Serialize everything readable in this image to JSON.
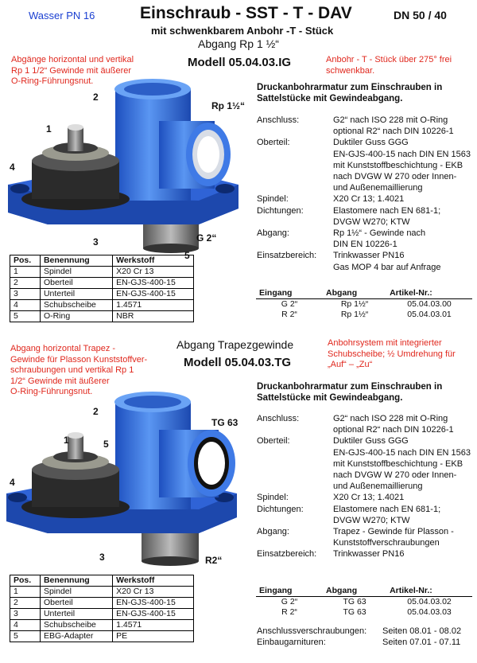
{
  "header": {
    "pressure": "Wasser PN 16",
    "title": "Einschraub - SST - T - DAV",
    "dn": "DN 50 / 40",
    "subtitle": "mit schwenkbarem Anbohr -T - Stück"
  },
  "colors": {
    "accent_red": "#e0281e",
    "accent_blue": "#1a3fd1",
    "valve_blue": "#3a78e8"
  },
  "section1": {
    "abgang_line": "Abgang Rp 1 ½“",
    "model": "Modell 05.04.03.IG",
    "note_left": [
      "Abgänge horizontal und vertikal",
      "Rp 1 1/2“ Gewinde mit äußerer",
      "O-Ring-Führungsnut."
    ],
    "note_right": [
      "Anbohr - T - Stück über 275° frei",
      "schwenkbar."
    ],
    "label_outlet": "Rp 1½“",
    "label_inlet": "G 2“",
    "callouts": [
      "1",
      "2",
      "3",
      "4",
      "5"
    ],
    "heading": [
      "Druckanbohrarmatur zum Einschrauben in",
      "Sattelstücke mit Gewindeabgang."
    ],
    "specs": [
      {
        "k": "Anschluss:",
        "v": [
          "G2“ nach ISO 228 mit O-Ring",
          "optional R2“ nach DIN 10226-1"
        ]
      },
      {
        "k": "Oberteil:",
        "v": [
          "Duktiler Guss GGG",
          "EN-GJS-400-15 nach DIN EN 1563",
          "mit Kunststoffbeschichtung - EKB",
          "nach DVGW W 270 oder Innen-",
          "und Außenemaillierung"
        ]
      },
      {
        "k": "Spindel:",
        "v": [
          "X20 Cr 13; 1.4021"
        ]
      },
      {
        "k": "Dichtungen:",
        "v": [
          "Elastomere nach EN 681-1;",
          "DVGW W270;         KTW"
        ]
      },
      {
        "k": "Abgang:",
        "v": [
          "Rp 1½“ - Gewinde nach",
          "DIN EN 10226-1"
        ]
      },
      {
        "k": "Einsatzbereich:",
        "v": [
          "Trinkwasser  PN16",
          "Gas MOP 4 bar auf Anfrage"
        ]
      }
    ],
    "parts_header": [
      "Pos.",
      "Benennung",
      "Werkstoff"
    ],
    "parts": [
      [
        "1",
        "Spindel",
        "X20 Cr 13"
      ],
      [
        "2",
        "Oberteil",
        "EN-GJS-400-15"
      ],
      [
        "3",
        "Unterteil",
        "EN-GJS-400-15"
      ],
      [
        "4",
        "Schubscheibe",
        "1.4571"
      ],
      [
        "5",
        "O-Ring",
        "NBR"
      ]
    ],
    "art_header": [
      "Eingang",
      "Abgang",
      "Artikel-Nr.:"
    ],
    "articles": [
      [
        "G 2“",
        "Rp 1½“",
        "05.04.03.00"
      ],
      [
        "R 2“",
        "Rp 1½“",
        "05.04.03.01"
      ]
    ]
  },
  "section2": {
    "abgang_line": "Abgang Trapezgewinde",
    "model": "Modell 05.04.03.TG",
    "note_left": [
      "Abgang horizontal  Trapez -",
      "Gewinde für Plasson Kunststoffver-",
      "schraubungen und vertikal  Rp 1",
      "1/2“ Gewinde mit äußerer",
      "O-Ring-Führungsnut."
    ],
    "note_right": [
      "Anbohrsystem mit integrierter",
      "Schubscheibe;  ½ Umdrehung für",
      "„Auf“ – „Zu“"
    ],
    "label_outlet": "TG 63",
    "label_inlet": "R2“",
    "callouts": [
      "1",
      "2",
      "3",
      "4",
      "5"
    ],
    "heading": [
      "Druckanbohrarmatur zum Einschrauben in",
      "Sattelstücke mit Gewindeabgang."
    ],
    "specs": [
      {
        "k": "Anschluss:",
        "v": [
          "G2“ nach ISO 228 mit O-Ring",
          "optional R2“ nach DIN 10226-1"
        ]
      },
      {
        "k": "Oberteil:",
        "v": [
          "Duktiler Guss GGG",
          "EN-GJS-400-15 nach DIN EN 1563",
          "mit Kunststoffbeschichtung - EKB",
          "nach DVGW W 270 oder Innen-",
          "und Außenemaillierung"
        ]
      },
      {
        "k": "Spindel:",
        "v": [
          "X20 Cr 13; 1.4021"
        ]
      },
      {
        "k": "Dichtungen:",
        "v": [
          "Elastomere nach EN 681-1;",
          "DVGW W270;         KTW"
        ]
      },
      {
        "k": "Abgang:",
        "v": [
          "Trapez - Gewinde für Plasson -",
          "Kunststoffverschraubungen"
        ]
      },
      {
        "k": "Einsatzbereich:",
        "v": [
          "Trinkwasser  PN16"
        ]
      }
    ],
    "parts_header": [
      "Pos.",
      "Benennung",
      "Werkstoff"
    ],
    "parts": [
      [
        "1",
        "Spindel",
        "X20 Cr 13"
      ],
      [
        "2",
        "Oberteil",
        "EN-GJS-400-15"
      ],
      [
        "3",
        "Unterteil",
        "EN-GJS-400-15"
      ],
      [
        "4",
        "Schubscheibe",
        "1.4571"
      ],
      [
        "5",
        "EBG-Adapter",
        "PE"
      ]
    ],
    "art_header": [
      "Eingang",
      "Abgang",
      "Artikel-Nr.:"
    ],
    "articles": [
      [
        "G 2“",
        "TG 63",
        "05.04.03.02"
      ],
      [
        "R 2“",
        "TG 63",
        "05.04.03.03"
      ]
    ]
  },
  "footer": {
    "rows": [
      [
        "Anschlussverschraubungen:",
        "Seiten 08.01 - 08.02"
      ],
      [
        "Einbaugarnituren:",
        "Seiten 07.01 - 07.11"
      ]
    ]
  }
}
